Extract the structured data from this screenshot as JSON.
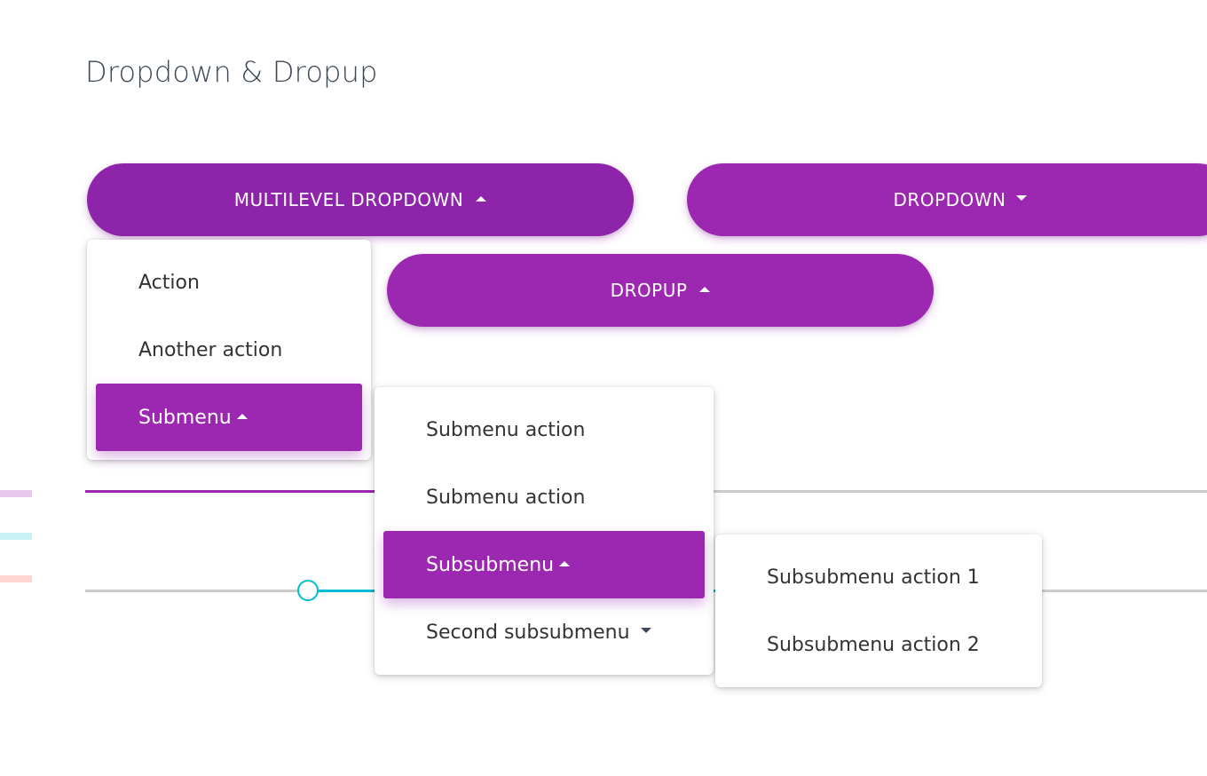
{
  "page": {
    "title": "Dropdown & Dropup"
  },
  "buttons": {
    "multilevel": "MULTILEVEL DROPDOWN",
    "dropdown": "DROPDOWN",
    "dropup": "DROPUP"
  },
  "menus": {
    "main": [
      "Action",
      "Another action",
      "Submenu"
    ],
    "submenu": [
      "Submenu action",
      "Submenu action",
      "Subsubmenu",
      "Second subsubmenu"
    ],
    "subsubmenu": [
      "Subsubmenu action 1",
      "Subsubmenu action 2"
    ]
  },
  "icons": {
    "open_caret": "caret-up-icon",
    "closed_caret": "caret-down-icon"
  },
  "colors": {
    "primary": "#9c27b0",
    "primary_dark": "#8e24aa",
    "info": "#00bcd4",
    "progress_purple_light": "#e8c6ee",
    "progress_cyan_light": "#c8f0f5",
    "progress_red_light": "#fdd6d2",
    "track": "#cccccc",
    "title_text": "#3c4858"
  }
}
